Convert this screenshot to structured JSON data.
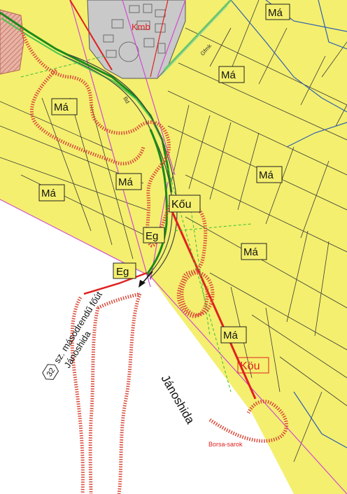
{
  "map": {
    "colors": {
      "zone_yellow": "#f4ef6e",
      "town_fill": "#c9c9c9",
      "urban_hatch": "#c97a6a",
      "road_red": "#e02020",
      "highway_green": "#2aa52a",
      "boundary_magenta": "#d04cd0",
      "parcel_line": "#3a3a3a",
      "blue_line": "#3060b0",
      "hatch_red": "#d94a3a",
      "blank": "#ffffff"
    },
    "zone_labels": [
      {
        "id": "ma-1",
        "text": "Má"
      },
      {
        "id": "ma-2",
        "text": "Má"
      },
      {
        "id": "ma-3",
        "text": "Má"
      },
      {
        "id": "ma-4",
        "text": "Má"
      },
      {
        "id": "ma-5",
        "text": "Má"
      },
      {
        "id": "ma-6",
        "text": "Má"
      },
      {
        "id": "ma-7",
        "text": "Má"
      },
      {
        "id": "ma-8",
        "text": "Má"
      },
      {
        "id": "kou-1",
        "text": "Kőu"
      },
      {
        "id": "eg-1",
        "text": "Eg"
      },
      {
        "id": "eg-2",
        "text": "Eg"
      }
    ],
    "red_labels": [
      {
        "id": "kmb",
        "text": "Kmb"
      },
      {
        "id": "kou-red",
        "text": "Köu"
      }
    ],
    "small_labels": {
      "gfmk": "Gfmk",
      "road_tag": "Bd",
      "borsa": "Borsa-sarok",
      "route_number": "32",
      "route_text": "sz. másodrendű főút",
      "route_dest": "Jánoshida",
      "town_name": "Jánoshida"
    }
  }
}
